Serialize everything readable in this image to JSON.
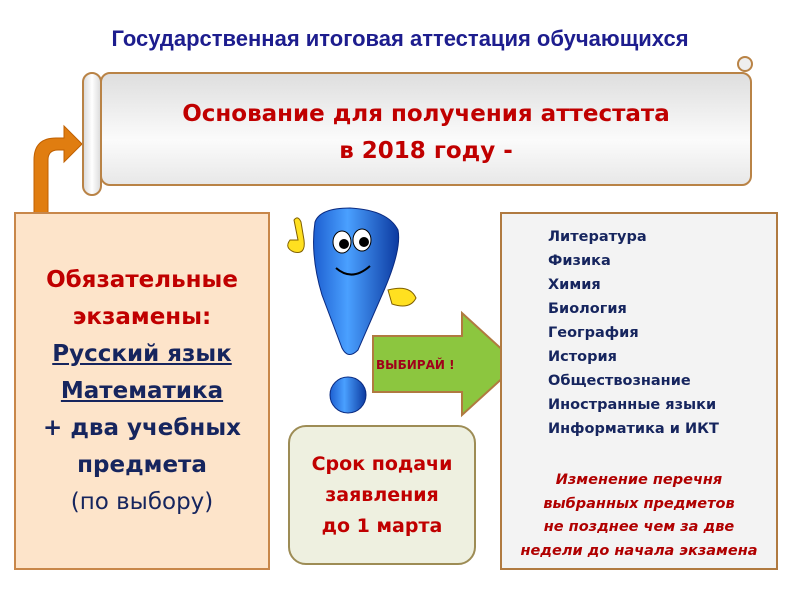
{
  "title": "Государственная итоговая аттестация обучающихся",
  "scroll": {
    "line1": "Основание для получения аттестата",
    "line2": "в 2018 году -"
  },
  "mandatory": {
    "line1": "Обязательные",
    "line2": "экзамены:",
    "line3": "Русский язык",
    "line4": "Математика",
    "line5": "+ два учебных",
    "line6": "предмета",
    "line7": "(по выбору)"
  },
  "choose_label": "ВЫБИРАЙ !",
  "deadline": {
    "line1": "Срок подачи",
    "line2": "заявления",
    "line3": "до 1 марта"
  },
  "subjects": [
    "Литература",
    "Физика",
    "Химия",
    "Биология",
    "География",
    "История",
    "Обществознание",
    "Иностранные языки",
    "Информатика и ИКТ"
  ],
  "note": {
    "line1": "Изменение перечня",
    "line2": "выбранных предметов",
    "line3": "не позднее чем за две",
    "line4": "недели до начала экзамена"
  },
  "colors": {
    "title": "#1d1d8e",
    "accent_red": "#c00000",
    "orange": "#e07d10",
    "green": "#8cc63f",
    "navy": "#16255e"
  }
}
